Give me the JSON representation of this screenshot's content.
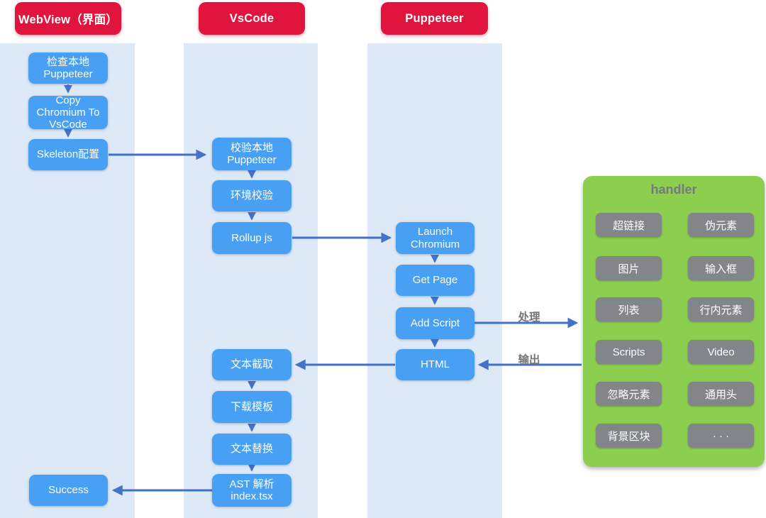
{
  "lanes": {
    "webview": {
      "header": "WebView（界面）",
      "nodes": [
        {
          "label": "检查本地\nPuppeteer"
        },
        {
          "label": "Copy\nChromium To\nVsCode"
        },
        {
          "label": "Skeleton配置"
        },
        {
          "label": "Success"
        }
      ]
    },
    "vscode": {
      "header": "VsCode",
      "nodes": [
        {
          "label": "校验本地\nPuppeteer"
        },
        {
          "label": "环境校验"
        },
        {
          "label": "Rollup js"
        },
        {
          "label": "文本截取"
        },
        {
          "label": "下载模板"
        },
        {
          "label": "文本替换"
        },
        {
          "label": "AST 解析\nindex.tsx"
        }
      ]
    },
    "puppeteer": {
      "header": "Puppeteer",
      "nodes": [
        {
          "label": "Launch\nChromium"
        },
        {
          "label": "Get Page"
        },
        {
          "label": "Add Script"
        },
        {
          "label": "HTML"
        }
      ]
    }
  },
  "handler": {
    "title": "handler",
    "items": [
      "超链接",
      "伪元素",
      "图片",
      "输入框",
      "列表",
      "行内元素",
      "Scripts",
      "Video",
      "忽略元素",
      "通用头",
      "背景区块",
      "· · ·"
    ]
  },
  "edge_labels": {
    "process": "处理",
    "output": "输出"
  },
  "colors": {
    "header_red": "#e1143e",
    "node_blue": "#47a0f3",
    "lane_background": "#dde9f6",
    "panel_green": "#8cce4e",
    "item_gray": "#82858a",
    "arrow_blue": "#4472c8",
    "edge_label_gray": "#757575",
    "text_white": "#ffffff"
  }
}
